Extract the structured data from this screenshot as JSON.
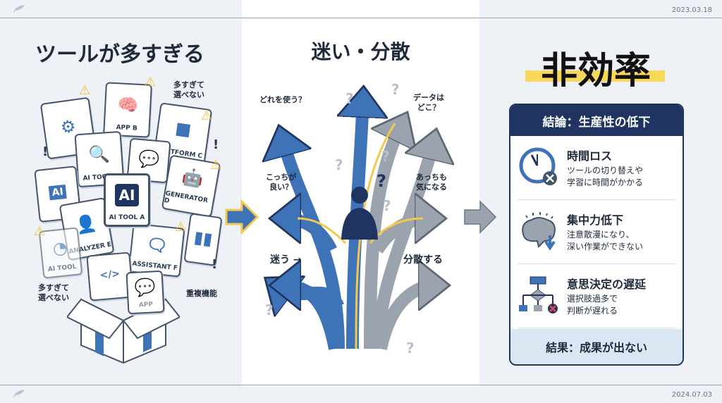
{
  "header": {
    "date": "2023.03.18"
  },
  "footer": {
    "date": "2024.07.03"
  },
  "left": {
    "title": "ツールが多すぎる",
    "cards": [
      "AI TOOL A",
      "APP B",
      "PLATFORM C",
      "GENERATOR D",
      "ANALYZER E",
      "ASSISTANT F",
      "AI TOOL B",
      "AI TOOL",
      "APP"
    ],
    "ai_badge": "AI",
    "notes": {
      "too_many_top": "多すぎて\n選べない",
      "too_many_bottom": "多すぎて\n選べない",
      "duplicate": "重複機能"
    }
  },
  "middle": {
    "title": "迷い・分散",
    "labels": {
      "which": "どれを使う？",
      "where_data": "データは\nどこ？",
      "this_one": "こっちが\n良い？",
      "that_one": "あっちも\n気になる",
      "lost": "迷う →",
      "scatter": "分散する"
    }
  },
  "right": {
    "title": "非効率",
    "card": {
      "header": "結論：生産性の低下",
      "items": [
        {
          "title": "時間ロス",
          "desc": "ツールの切り替えや\n学習に時間がかかる",
          "icon": "clock-x-icon"
        },
        {
          "title": "集中力低下",
          "desc": "注意散漫になり、\n深い作業ができない",
          "icon": "brain-down-icon"
        },
        {
          "title": "意思決定の遅延",
          "desc": "選択肢過多で\n判断が遅れる",
          "icon": "flowchart-x-icon"
        }
      ],
      "footer": "結果：成果が出ない"
    }
  },
  "colors": {
    "navy": "#1f3461",
    "blue": "#3f73b8",
    "gray": "#9aa3ae",
    "yellow": "#f2c94c",
    "light_blue": "#dbe6f3"
  }
}
